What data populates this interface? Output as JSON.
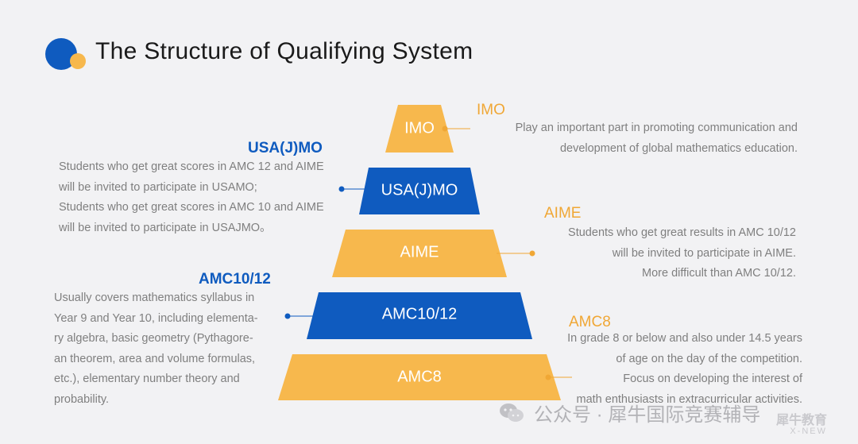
{
  "title": "The Structure of Qualifying System",
  "colors": {
    "blue": "#0f5bbf",
    "gold": "#f7b84d",
    "heading_gold": "#f0a735",
    "text_gray": "#7f7f7f",
    "background": "#f2f2f4"
  },
  "tiers": [
    {
      "label": "IMO",
      "color": "gold"
    },
    {
      "label": "USA(J)MO",
      "color": "blue"
    },
    {
      "label": "AIME",
      "color": "gold"
    },
    {
      "label": "AMC10/12",
      "color": "blue"
    },
    {
      "label": "AMC8",
      "color": "gold"
    }
  ],
  "annotations": {
    "imo": {
      "heading": "IMO",
      "lines": [
        "Play an important part in promoting communication and",
        "development of global mathematics education."
      ]
    },
    "usajmo": {
      "heading": "USA(J)MO",
      "lines": [
        "Students  who get great scores in AMC 12 and AIME",
        "will be invited to participate in USAMO;",
        "Students  who get great scores in AMC 10 and AIME",
        "will be invited to participate in USAJMO。"
      ]
    },
    "aime": {
      "heading": "AIME",
      "lines": [
        "Students who get great results in AMC 10/12",
        "will be invited to participate in AIME.",
        "More difficult than AMC 10/12."
      ]
    },
    "amc1012": {
      "heading": "AMC10/12",
      "lines": [
        "Usually covers mathematics syllabus in",
        "Year 9 and Year 10, including elementa-",
        "ry algebra, basic geometry (Pythagore-",
        "an theorem, area and volume formulas,",
        "etc.), elementary number theory and",
        "probability."
      ]
    },
    "amc8": {
      "heading": "AMC8",
      "lines": [
        "In grade 8 or  below and also under 14.5 years",
        "of age on the day of the competition.",
        "Focus on developing the interest of",
        "math enthusiasts in extracurricular activities."
      ]
    }
  },
  "watermark": {
    "text": "公众号 · 犀牛国际竞赛辅导",
    "icon": "wechat-icon",
    "brand_line1": "犀牛教育",
    "brand_line2": "X-NEW"
  }
}
